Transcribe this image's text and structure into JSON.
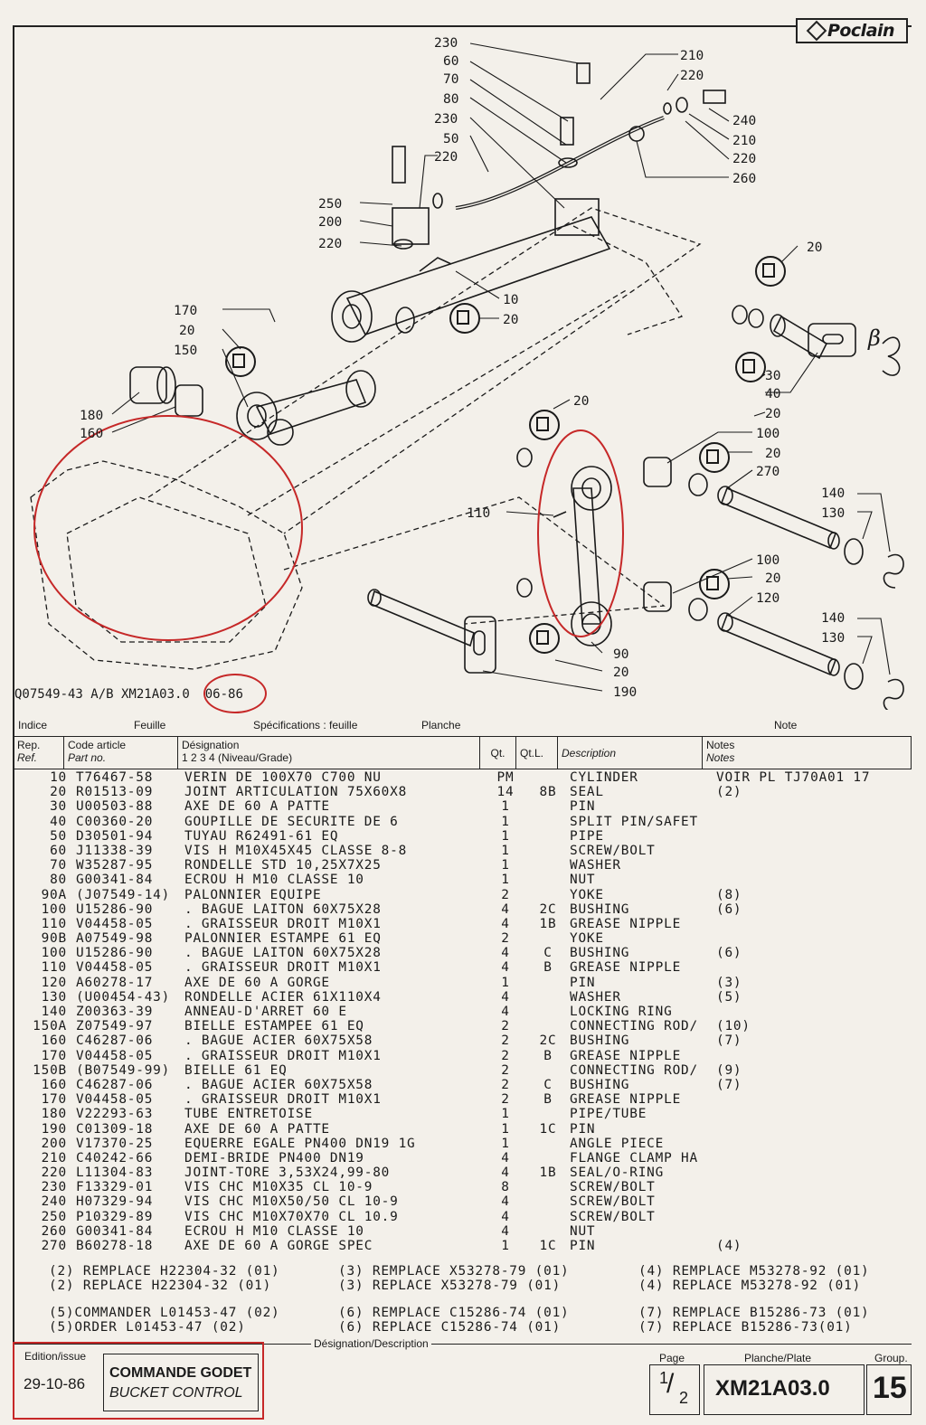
{
  "brand": {
    "logo_text": "Poclain"
  },
  "drawing": {
    "callouts_top": [
      "230",
      "60",
      "70",
      "80",
      "230",
      "50",
      "220",
      "250",
      "200",
      "220",
      "210",
      "220",
      "240",
      "210",
      "220",
      "260",
      "20",
      "10",
      "20",
      "170",
      "20",
      "150",
      "180",
      "160",
      "30",
      "40",
      "20",
      "20",
      "100",
      "20",
      "270",
      "140",
      "130",
      "110",
      "100",
      "20",
      "120",
      "140",
      "130",
      "90",
      "20",
      "190"
    ],
    "beta_mark": "β"
  },
  "drawing_ref": {
    "code": "Q07549-43 A/B XM21A03.0",
    "date": "06-86"
  },
  "header_labels": {
    "indice": "Indice",
    "feuille": "Feuille",
    "specifications": "Spécifications : feuille",
    "planche": "Planche",
    "note": "Note"
  },
  "table_headers": {
    "rep": "Rep.",
    "ref": "Ref.",
    "code_article": "Code article",
    "part_no": "Part no.",
    "designation": "Désignation",
    "levels": "1  2  3  4  (Niveau/Grade)",
    "qt": "Qt.",
    "qtl": "Qt.L.",
    "description": "Description",
    "notes_fr": "Notes",
    "notes_en": "Notes"
  },
  "parts": [
    {
      "ref": "10",
      "code": "T76467-58",
      "desig": "VERIN DE 100X70 C700 NU",
      "qt": "PM",
      "qtl": "",
      "desc": "CYLINDER",
      "note": "VOIR PL TJ70A01 17"
    },
    {
      "ref": "20",
      "code": "R01513-09",
      "desig": "JOINT ARTICULATION 75X60X8",
      "qt": "14",
      "qtl": "8B",
      "desc": "SEAL",
      "note": "(2)"
    },
    {
      "ref": "30",
      "code": "U00503-88",
      "desig": "AXE DE 60 A PATTE",
      "qt": "1",
      "qtl": "",
      "desc": "PIN",
      "note": ""
    },
    {
      "ref": "40",
      "code": "C00360-20",
      "desig": "GOUPILLE DE SECURITE DE 6",
      "qt": "1",
      "qtl": "",
      "desc": "SPLIT PIN/SAFET",
      "note": ""
    },
    {
      "ref": "50",
      "code": "D30501-94",
      "desig": "TUYAU R62491-61 EQ",
      "qt": "1",
      "qtl": "",
      "desc": "PIPE",
      "note": ""
    },
    {
      "ref": "60",
      "code": "J11338-39",
      "desig": "VIS H M10X45X45 CLASSE 8-8",
      "qt": "1",
      "qtl": "",
      "desc": "SCREW/BOLT",
      "note": ""
    },
    {
      "ref": "70",
      "code": "W35287-95",
      "desig": "RONDELLE STD 10,25X7X25",
      "qt": "1",
      "qtl": "",
      "desc": "WASHER",
      "note": ""
    },
    {
      "ref": "80",
      "code": "G00341-84",
      "desig": "ECROU H M10 CLASSE 10",
      "qt": "1",
      "qtl": "",
      "desc": "NUT",
      "note": ""
    },
    {
      "ref": "90A",
      "code": "(J07549-14)",
      "desig": "PALONNIER EQUIPE",
      "qt": "2",
      "qtl": "",
      "desc": "YOKE",
      "note": "(8)"
    },
    {
      "ref": "100",
      "code": "U15286-90",
      "desig": ". BAGUE LAITON 60X75X28",
      "qt": "4",
      "qtl": "2C",
      "desc": "BUSHING",
      "note": "(6)"
    },
    {
      "ref": "110",
      "code": "V04458-05",
      "desig": ". GRAISSEUR DROIT M10X1",
      "qt": "4",
      "qtl": "1B",
      "desc": "GREASE NIPPLE",
      "note": ""
    },
    {
      "ref": "90B",
      "code": "A07549-98",
      "desig": "PALONNIER ESTAMPE 61 EQ",
      "qt": "2",
      "qtl": "",
      "desc": "YOKE",
      "note": ""
    },
    {
      "ref": "100",
      "code": "U15286-90",
      "desig": ". BAGUE LAITON 60X75X28",
      "qt": "4",
      "qtl": "C",
      "desc": "BUSHING",
      "note": "(6)"
    },
    {
      "ref": "110",
      "code": "V04458-05",
      "desig": ". GRAISSEUR DROIT M10X1",
      "qt": "4",
      "qtl": "B",
      "desc": "GREASE NIPPLE",
      "note": ""
    },
    {
      "ref": "120",
      "code": "A60278-17",
      "desig": "AXE DE 60 A GORGE",
      "qt": "1",
      "qtl": "",
      "desc": "PIN",
      "note": "(3)"
    },
    {
      "ref": "130",
      "code": "(U00454-43)",
      "desig": "RONDELLE ACIER 61X110X4",
      "qt": "4",
      "qtl": "",
      "desc": "WASHER",
      "note": "(5)"
    },
    {
      "ref": "140",
      "code": "Z00363-39",
      "desig": "ANNEAU-D'ARRET 60 E",
      "qt": "4",
      "qtl": "",
      "desc": "LOCKING RING",
      "note": ""
    },
    {
      "ref": "150A",
      "code": "Z07549-97",
      "desig": "BIELLE ESTAMPEE 61 EQ",
      "qt": "2",
      "qtl": "",
      "desc": "CONNECTING ROD/",
      "note": "(10)"
    },
    {
      "ref": "160",
      "code": "C46287-06",
      "desig": ". BAGUE ACIER 60X75X58",
      "qt": "2",
      "qtl": "2C",
      "desc": "BUSHING",
      "note": "(7)"
    },
    {
      "ref": "170",
      "code": "V04458-05",
      "desig": ". GRAISSEUR DROIT M10X1",
      "qt": "2",
      "qtl": "B",
      "desc": "GREASE NIPPLE",
      "note": ""
    },
    {
      "ref": "150B",
      "code": "(B07549-99)",
      "desig": "BIELLE 61 EQ",
      "qt": "2",
      "qtl": "",
      "desc": "CONNECTING ROD/",
      "note": "(9)"
    },
    {
      "ref": "160",
      "code": "C46287-06",
      "desig": ". BAGUE ACIER 60X75X58",
      "qt": "2",
      "qtl": "C",
      "desc": "BUSHING",
      "note": "(7)"
    },
    {
      "ref": "170",
      "code": "V04458-05",
      "desig": ". GRAISSEUR DROIT M10X1",
      "qt": "2",
      "qtl": "B",
      "desc": "GREASE NIPPLE",
      "note": ""
    },
    {
      "ref": "180",
      "code": "V22293-63",
      "desig": "TUBE ENTRETOISE",
      "qt": "1",
      "qtl": "",
      "desc": "PIPE/TUBE",
      "note": ""
    },
    {
      "ref": "190",
      "code": "C01309-18",
      "desig": "AXE DE 60 A PATTE",
      "qt": "1",
      "qtl": "1C",
      "desc": "PIN",
      "note": ""
    },
    {
      "ref": "200",
      "code": "V17370-25",
      "desig": "EQUERRE EGALE PN400 DN19 1G",
      "qt": "1",
      "qtl": "",
      "desc": "ANGLE PIECE",
      "note": ""
    },
    {
      "ref": "210",
      "code": "C40242-66",
      "desig": "DEMI-BRIDE PN400 DN19",
      "qt": "4",
      "qtl": "",
      "desc": "FLANGE CLAMP HA",
      "note": ""
    },
    {
      "ref": "220",
      "code": "L11304-83",
      "desig": "JOINT-TORE 3,53X24,99-80",
      "qt": "4",
      "qtl": "1B",
      "desc": "SEAL/O-RING",
      "note": ""
    },
    {
      "ref": "230",
      "code": "F13329-01",
      "desig": "VIS CHC M10X35 CL 10-9",
      "qt": "8",
      "qtl": "",
      "desc": "SCREW/BOLT",
      "note": ""
    },
    {
      "ref": "240",
      "code": "H07329-94",
      "desig": "VIS CHC M10X50/50 CL 10-9",
      "qt": "4",
      "qtl": "",
      "desc": "SCREW/BOLT",
      "note": ""
    },
    {
      "ref": "250",
      "code": "P10329-89",
      "desig": "VIS CHC M10X70X70 CL 10.9",
      "qt": "4",
      "qtl": "",
      "desc": "SCREW/BOLT",
      "note": ""
    },
    {
      "ref": "260",
      "code": "G00341-84",
      "desig": "ECROU H M10 CLASSE 10",
      "qt": "4",
      "qtl": "",
      "desc": "NUT",
      "note": ""
    },
    {
      "ref": "270",
      "code": "B60278-18",
      "desig": "AXE DE 60 A GORGE SPEC",
      "qt": "1",
      "qtl": "1C",
      "desc": "PIN",
      "note": "(4)"
    }
  ],
  "footnotes": [
    {
      "fr": "(2) REMPLACE H22304-32 (01)",
      "en": "(2) REPLACE H22304-32 (01)"
    },
    {
      "fr": "(3) REMPLACE X53278-79 (01)",
      "en": "(3) REPLACE X53278-79 (01)"
    },
    {
      "fr": "(4) REMPLACE M53278-92 (01)",
      "en": "(4) REPLACE M53278-92 (01)"
    },
    {
      "fr": "(5)COMMANDER L01453-47 (02)",
      "en": "(5)ORDER L01453-47 (02)"
    },
    {
      "fr": "(6) REMPLACE C15286-74 (01)",
      "en": "(6) REPLACE C15286-74 (01)"
    },
    {
      "fr": "(7) REMPLACE B15286-73 (01)",
      "en": "(7) REPLACE B15286-73(01)"
    }
  ],
  "footer": {
    "edition_label": "Edition/issue",
    "edition_date": "29-10-86",
    "designation_label": "Désignation/Description",
    "title_fr": "COMMANDE GODET",
    "title_en": "BUCKET CONTROL",
    "page_label": "Page",
    "page_num": "1",
    "page_den": "2",
    "plate_label": "Planche/Plate",
    "plate": "XM21A03.0",
    "group_label": "Group.",
    "group": "15"
  },
  "colors": {
    "paper": "#f3f0ea",
    "ink": "#1a1a1a",
    "annotation_red": "#c62828"
  }
}
